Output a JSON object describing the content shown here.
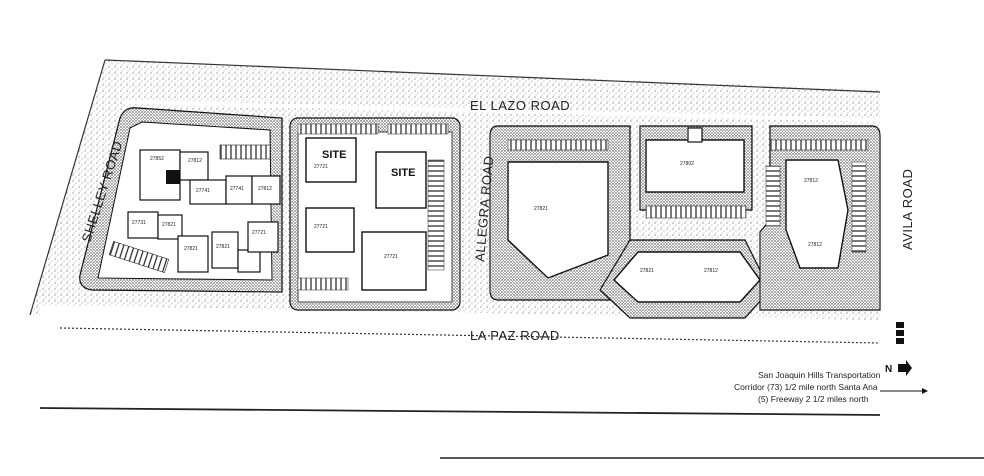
{
  "roads": {
    "el_lazo": "EL LAZO ROAD",
    "shelley": "SHELLEY ROAD",
    "allegra": "ALLEGRA ROAD",
    "avila": "AVILA ROAD",
    "la_paz": "LA PAZ ROAD"
  },
  "sites": {
    "site1": "SITE",
    "site2": "SITE"
  },
  "north": {
    "letter": "N"
  },
  "note": {
    "line1": "San Joaquin Hills Transportation",
    "line2": "Corridor (73) 1/2 mile north Santa Ana",
    "line3": "(5) Freeway 2 1/2 miles north"
  },
  "colors": {
    "ink": "#1a1a1a",
    "paper": "#ffffff",
    "stipple": "#555555"
  }
}
